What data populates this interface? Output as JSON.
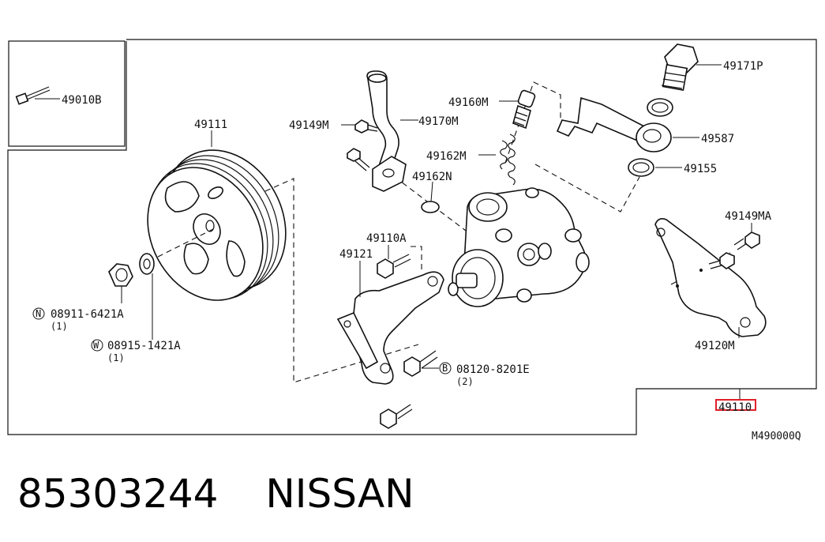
{
  "labels": {
    "p49010B": "49010B",
    "p49111": "49111",
    "p49149M": "49149M",
    "p49170M": "49170M",
    "p49160M": "49160M",
    "p49162M": "49162M",
    "p49162N": "49162N",
    "p49171P": "49171P",
    "p49587": "49587",
    "p49155": "49155",
    "p49149MA": "49149MA",
    "p49110A": "49110A",
    "p49121": "49121",
    "p49120M": "49120M",
    "p49110": "49110",
    "nut_code": "08911-6421A",
    "nut_qty": "(1)",
    "nut_letter": "N",
    "washer_code": "08915-1421A",
    "washer_qty": "(1)",
    "washer_letter": "W",
    "bolt_code": "08120-8201E",
    "bolt_qty": "(2)",
    "bolt_letter": "B",
    "diagram_ref": "M490000Q"
  },
  "footer": {
    "part_number": "85303244",
    "brand": "NISSAN"
  },
  "colors": {
    "highlight": "#e0202a",
    "ink": "#111111"
  }
}
